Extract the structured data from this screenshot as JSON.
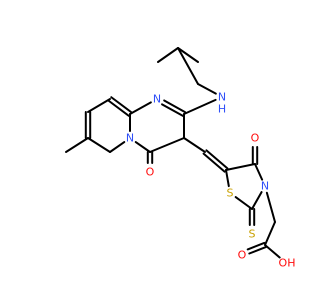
{
  "structure": {
    "colors": {
      "bond": "#000000",
      "N": "#3050F8",
      "O": "#FF0D0D",
      "S": "#C8A000"
    },
    "atoms": [
      {
        "id": "N_amine",
        "element": "N",
        "text": "N",
        "color": "N"
      },
      {
        "id": "H_amine",
        "element": "H",
        "text": "H",
        "color": "N"
      },
      {
        "id": "N_pyrimidine",
        "element": "N",
        "text": "N",
        "color": "N"
      },
      {
        "id": "N_bridgehead",
        "element": "N",
        "text": "N",
        "color": "N"
      },
      {
        "id": "O_ketone",
        "element": "O",
        "text": "O",
        "color": "O"
      },
      {
        "id": "S_ring",
        "element": "S",
        "text": "S",
        "color": "S"
      },
      {
        "id": "S_thione",
        "element": "S",
        "text": "S",
        "color": "S"
      },
      {
        "id": "N_thiazolidine",
        "element": "N",
        "text": "N",
        "color": "N"
      },
      {
        "id": "O_thiazolidinone",
        "element": "O",
        "text": "O",
        "color": "O"
      },
      {
        "id": "O_carbonyl",
        "element": "O",
        "text": "O",
        "color": "O"
      },
      {
        "id": "O_hydroxyl",
        "element": "O",
        "text": "OH",
        "color": "O"
      }
    ]
  }
}
